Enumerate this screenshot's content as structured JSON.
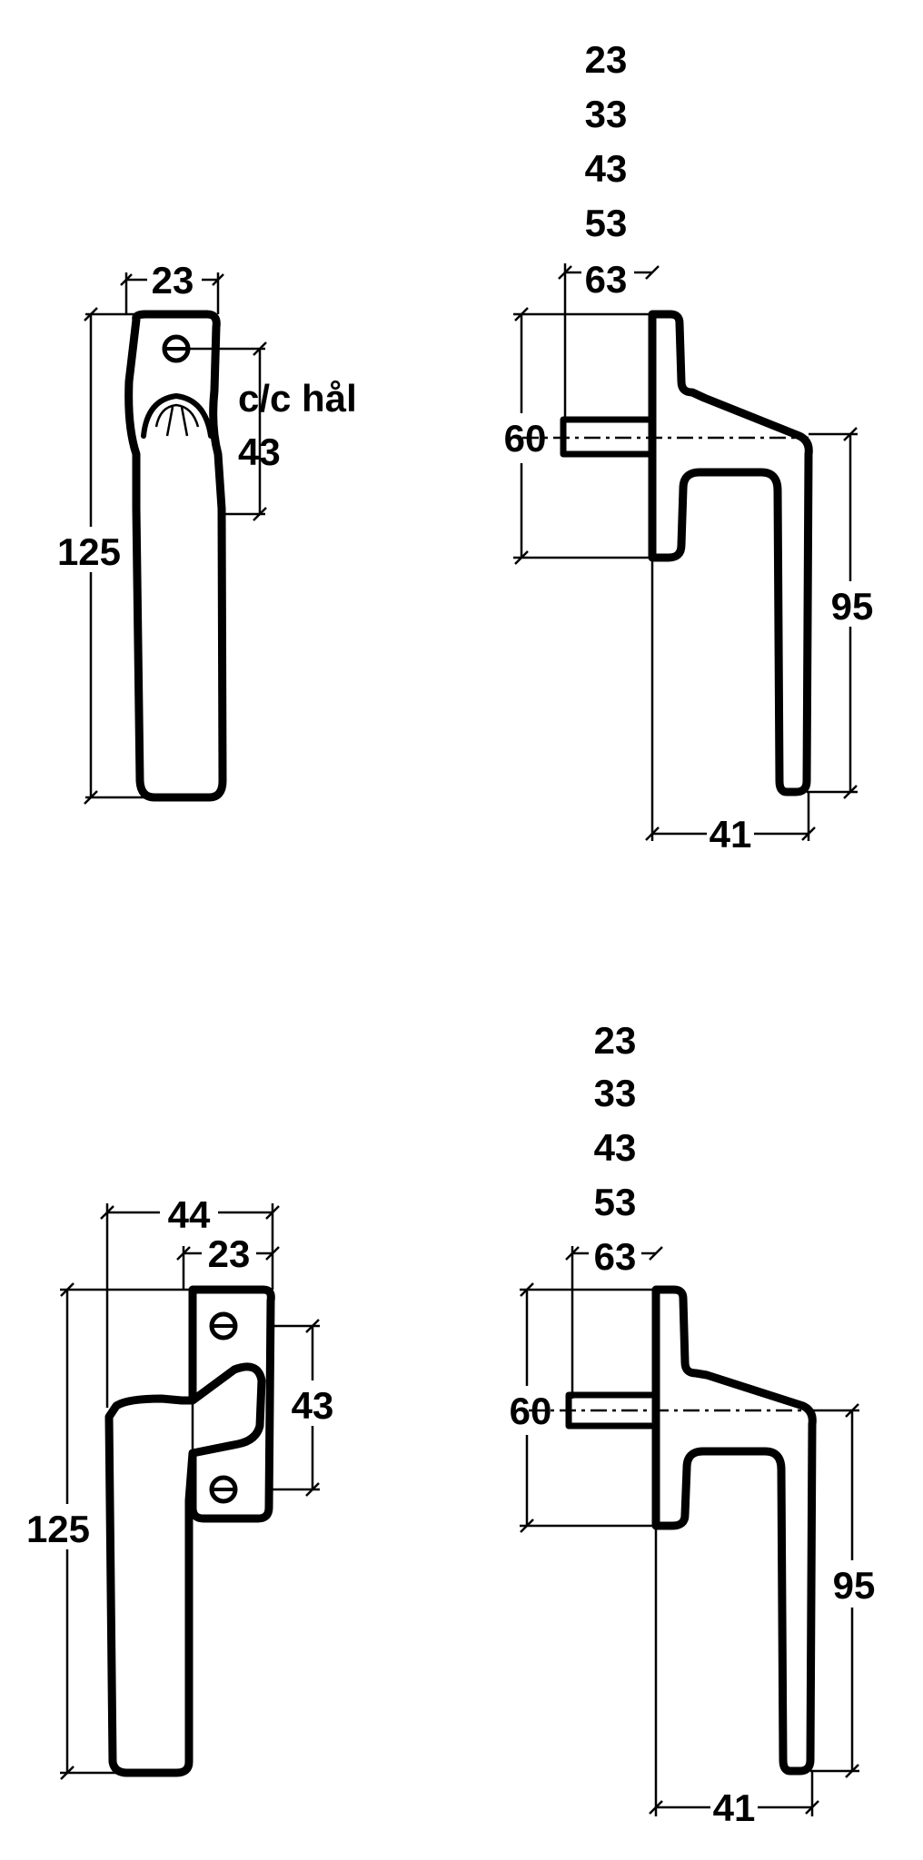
{
  "top": {
    "front": {
      "width": "23",
      "height": "125",
      "hole_label": "c/c hål",
      "hole_spacing": "43"
    },
    "side": {
      "depth_options": [
        "23",
        "33",
        "43",
        "53",
        "63"
      ],
      "base_height": "60",
      "lever_drop": "95",
      "lever_reach": "41"
    }
  },
  "bottom": {
    "front": {
      "overall_width": "44",
      "plate_width": "23",
      "height": "125",
      "hole_spacing": "43"
    },
    "side": {
      "depth_options": [
        "23",
        "33",
        "43",
        "53",
        "63"
      ],
      "base_height": "60",
      "lever_drop": "95",
      "lever_reach": "41"
    }
  }
}
